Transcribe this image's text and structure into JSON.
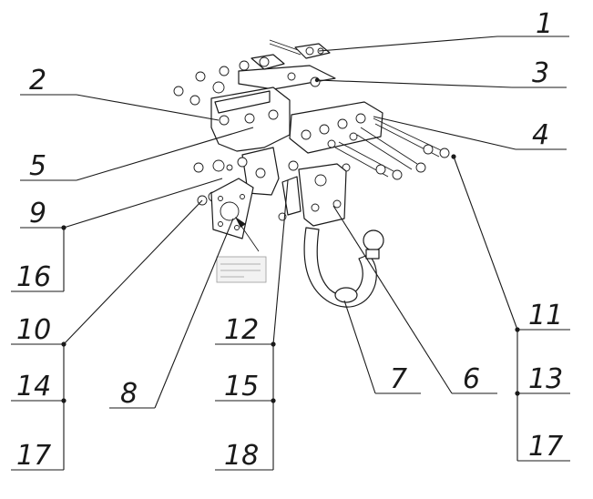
{
  "diagram": {
    "callouts": [
      {
        "id": "1",
        "text": "1"
      },
      {
        "id": "2",
        "text": "2"
      },
      {
        "id": "3",
        "text": "3"
      },
      {
        "id": "4",
        "text": "4"
      },
      {
        "id": "5",
        "text": "5"
      },
      {
        "id": "9",
        "text": "9"
      },
      {
        "id": "16",
        "text": "16"
      },
      {
        "id": "10",
        "text": "10"
      },
      {
        "id": "14",
        "text": "14"
      },
      {
        "id": "17a",
        "text": "17"
      },
      {
        "id": "8",
        "text": "8"
      },
      {
        "id": "12",
        "text": "12"
      },
      {
        "id": "15",
        "text": "15"
      },
      {
        "id": "18",
        "text": "18"
      },
      {
        "id": "7",
        "text": "7"
      },
      {
        "id": "6",
        "text": "6"
      },
      {
        "id": "11",
        "text": "11"
      },
      {
        "id": "13",
        "text": "13"
      },
      {
        "id": "17b",
        "text": "17"
      }
    ]
  }
}
